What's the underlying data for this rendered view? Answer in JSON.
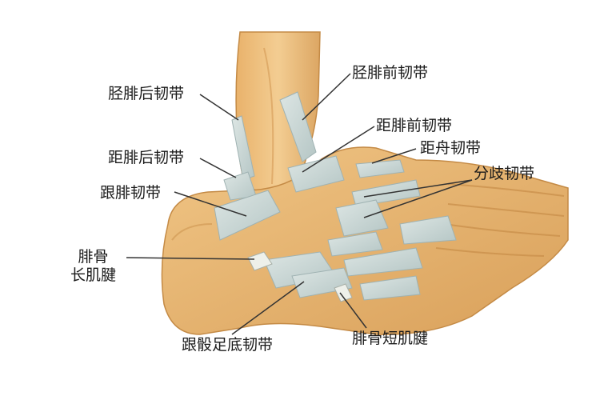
{
  "labels": {
    "post_tibiofibular": "胫腓后韧带",
    "ant_tibiofibular": "胫腓前韧带",
    "ant_talofibular": "距腓前韧带",
    "talonavicular": "距舟韧带",
    "post_talofibular": "距腓后韧带",
    "bifurcate": "分歧韧带",
    "calcaneofibular": "跟腓韧带",
    "peroneus_longus_1": "腓骨",
    "peroneus_longus_2": "长肌腱",
    "plantar_calcaneocuboid": "跟骰足底韧带",
    "peroneus_brevis": "腓骨短肌腱"
  },
  "colors": {
    "bone": "#e8b873",
    "bone_dark": "#c9924c",
    "ligament": "#c9d5d3",
    "ligament_edge": "#9fb2b2",
    "leader": "#333333"
  }
}
